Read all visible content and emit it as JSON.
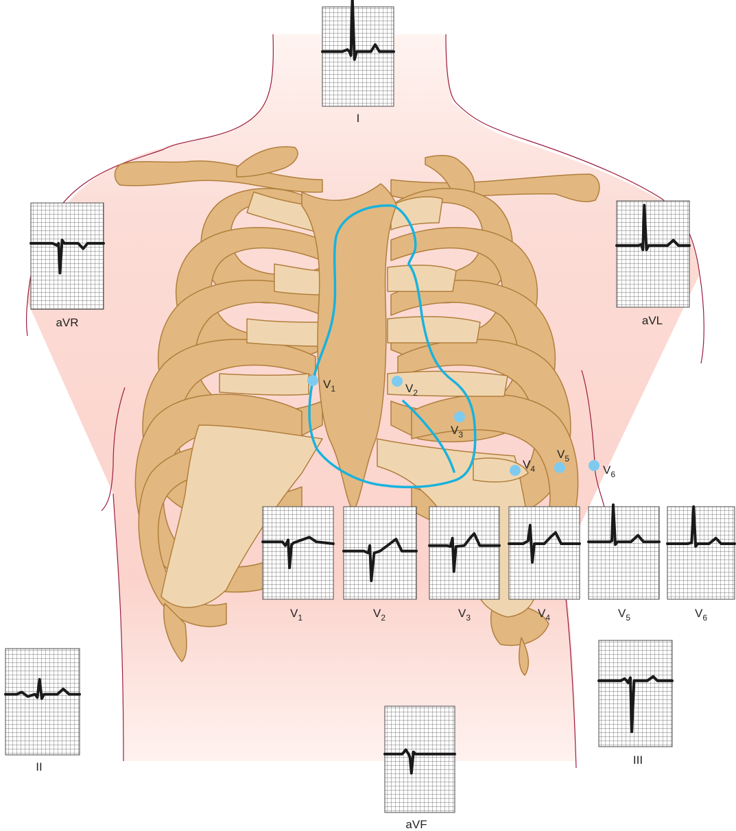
{
  "colors": {
    "skin": "#fbd9d3",
    "skin_outline": "#9b1b3f",
    "bone": "#e2b880",
    "bone_light": "#f0d6b0",
    "bone_outline": "#b07e3c",
    "heart_outline": "#19b2dd",
    "electrode": "#7ecbef",
    "trace": "#1a1a1a",
    "grid": "#4a4a4a"
  },
  "limb_leads": [
    {
      "id": "I",
      "label": "I"
    },
    {
      "id": "aVR",
      "label": "aVR"
    },
    {
      "id": "aVL",
      "label": "aVL"
    },
    {
      "id": "II",
      "label": "II"
    },
    {
      "id": "III",
      "label": "III"
    },
    {
      "id": "aVF",
      "label": "aVF"
    }
  ],
  "chest_leads": [
    {
      "id": "V1",
      "label_main": "V",
      "label_sub": "1"
    },
    {
      "id": "V2",
      "label_main": "V",
      "label_sub": "2"
    },
    {
      "id": "V3",
      "label_main": "V",
      "label_sub": "3"
    },
    {
      "id": "V4",
      "label_main": "V",
      "label_sub": "4"
    },
    {
      "id": "V5",
      "label_main": "V",
      "label_sub": "5"
    },
    {
      "id": "V6",
      "label_main": "V",
      "label_sub": "6"
    }
  ],
  "electrodes": [
    {
      "id": "V1",
      "label_main": "V",
      "label_sub": "1"
    },
    {
      "id": "V2",
      "label_main": "V",
      "label_sub": "2"
    },
    {
      "id": "V3",
      "label_main": "V",
      "label_sub": "3"
    },
    {
      "id": "V4",
      "label_main": "V",
      "label_sub": "4"
    },
    {
      "id": "V5",
      "label_main": "V",
      "label_sub": "5"
    },
    {
      "id": "V6",
      "label_main": "V",
      "label_sub": "6"
    }
  ]
}
